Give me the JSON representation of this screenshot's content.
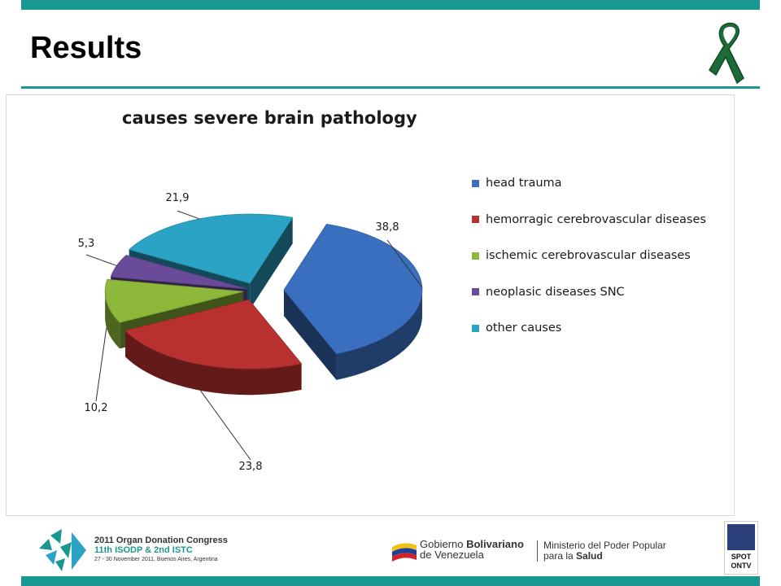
{
  "page": {
    "title": "Results"
  },
  "chart_data": {
    "type": "pie",
    "title": "causes severe brain pathology",
    "categories": [
      "head trauma",
      "hemorragic cerebrovascular diseases",
      "ischemic cerebrovascular diseases",
      "neoplasic diseases SNC",
      "other causes"
    ],
    "values": [
      38.8,
      23.8,
      10.2,
      5.3,
      21.9
    ],
    "value_labels": [
      "38,8",
      "23,8",
      "10,2",
      "5,3",
      "21,9"
    ],
    "colors": [
      "#3a6fbf",
      "#b8302f",
      "#8db83a",
      "#6a4b9a",
      "#2aa3c4"
    ],
    "legend_position": "right",
    "style": "3d-exploded"
  },
  "footer": {
    "congress_line1": "2011 Organ Donation Congress",
    "congress_line2": "11th ISODP & 2nd ISTC",
    "congress_line3": "27 - 30 November 2011, Buenos Aires, Argentina",
    "gov_line1_a": "Gobierno ",
    "gov_line1_b": "Bolivariano",
    "gov_line2": "de Venezuela",
    "ministry_line1": "Ministerio del Poder Popular",
    "ministry_line2_a": "para la ",
    "ministry_line2_b": "Salud",
    "spot_line1": "SPOT",
    "spot_line2": "ONTV"
  }
}
